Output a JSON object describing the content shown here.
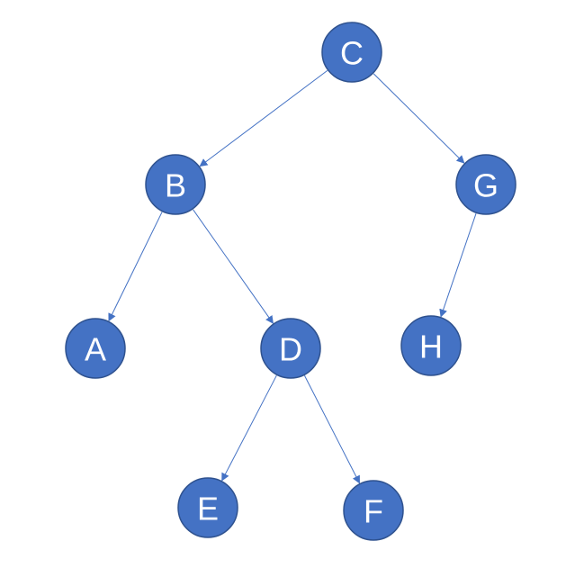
{
  "diagram": {
    "colors": {
      "node_fill": "#4472C4",
      "node_stroke": "#2F528F",
      "edge": "#4472C4",
      "label": "#FFFFFF"
    },
    "nodes": [
      {
        "id": "C",
        "label": "C"
      },
      {
        "id": "B",
        "label": "B"
      },
      {
        "id": "G",
        "label": "G"
      },
      {
        "id": "A",
        "label": "A"
      },
      {
        "id": "D",
        "label": "D"
      },
      {
        "id": "H",
        "label": "H"
      },
      {
        "id": "E",
        "label": "E"
      },
      {
        "id": "F",
        "label": "F"
      }
    ],
    "edges": [
      {
        "from": "C",
        "to": "B"
      },
      {
        "from": "C",
        "to": "G"
      },
      {
        "from": "B",
        "to": "A"
      },
      {
        "from": "B",
        "to": "D"
      },
      {
        "from": "G",
        "to": "H"
      },
      {
        "from": "D",
        "to": "E"
      },
      {
        "from": "D",
        "to": "F"
      }
    ]
  }
}
